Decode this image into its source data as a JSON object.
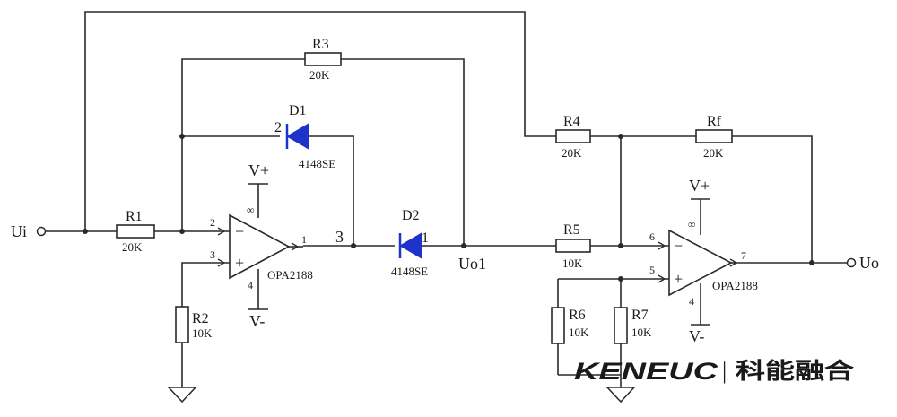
{
  "nodes": {
    "input": "Ui",
    "output": "Uo",
    "mid": "Uo1",
    "node3": "3",
    "node1": "1"
  },
  "resistors": {
    "r1": {
      "name": "R1",
      "value": "20K"
    },
    "r2": {
      "name": "R2",
      "value": "10K"
    },
    "r3": {
      "name": "R3",
      "value": "20K"
    },
    "r4": {
      "name": "R4",
      "value": "20K"
    },
    "r5": {
      "name": "R5",
      "value": "10K"
    },
    "r6": {
      "name": "R6",
      "value": "10K"
    },
    "r7": {
      "name": "R7",
      "value": "10K"
    },
    "rf": {
      "name": "Rf",
      "value": "20K"
    }
  },
  "diodes": {
    "d1": {
      "name": "D1",
      "part": "4148SE",
      "pin": "2"
    },
    "d2": {
      "name": "D2",
      "part": "4148SE",
      "pin": "1"
    }
  },
  "opamps": {
    "u1": {
      "part": "OPA2188",
      "vplus": "V+",
      "vminus": "V-",
      "inv_sign": "−",
      "noninv_sign": "+",
      "pin_inv": "2",
      "pin_noninv": "3",
      "pin_out": "1",
      "pin_gnd": "4",
      "pin_inf": "∞"
    },
    "u2": {
      "part": "OPA2188",
      "vplus": "V+",
      "vminus": "V-",
      "inv_sign": "−",
      "noninv_sign": "+",
      "pin_inv": "6",
      "pin_noninv": "5",
      "pin_out": "7",
      "pin_gnd": "4",
      "pin_inf": "∞"
    }
  },
  "watermark": {
    "latin": "KENEUC",
    "separator": "|",
    "chinese": "科能融合",
    "color": "#d8272d"
  }
}
